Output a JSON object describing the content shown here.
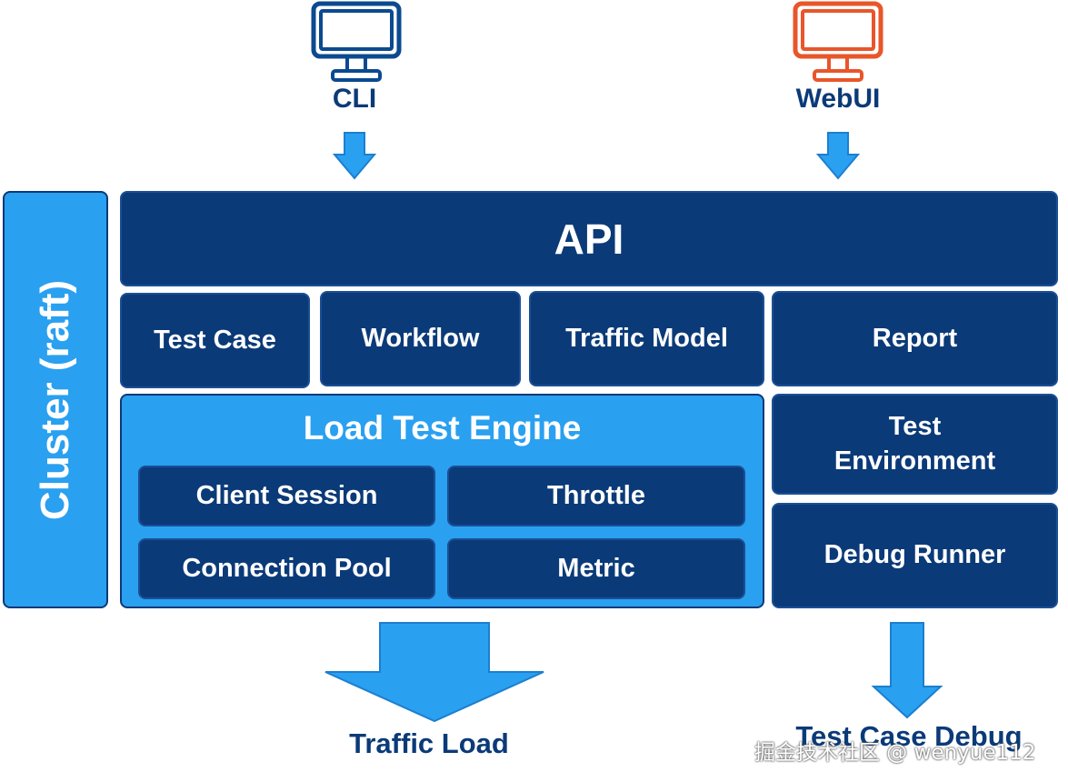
{
  "clients": {
    "cli_label": "CLI",
    "webui_label": "WebUI",
    "cli_color": "#0b4a8f",
    "webui_color": "#e8562a"
  },
  "cluster_label": "Cluster (raft)",
  "api_label": "API",
  "modules": {
    "test_case": "Test Case",
    "workflow": "Workflow",
    "traffic_model": "Traffic Model",
    "report": "Report"
  },
  "engine": {
    "title": "Load Test Engine",
    "client_session": "Client Session",
    "throttle": "Throttle",
    "connection_pool": "Connection Pool",
    "metric": "Metric"
  },
  "side": {
    "test_environment_line1": "Test",
    "test_environment_line2": "Environment",
    "debug_runner": "Debug Runner"
  },
  "outputs": {
    "traffic_load": "Traffic Load",
    "test_case_debug": "Test Case Debug"
  },
  "watermark": "掘金技术社区 @ wenyue112",
  "colors": {
    "dark_block": "#0b3a78",
    "light_block": "#2aa0f0",
    "arrow": "#2aa0f0"
  }
}
